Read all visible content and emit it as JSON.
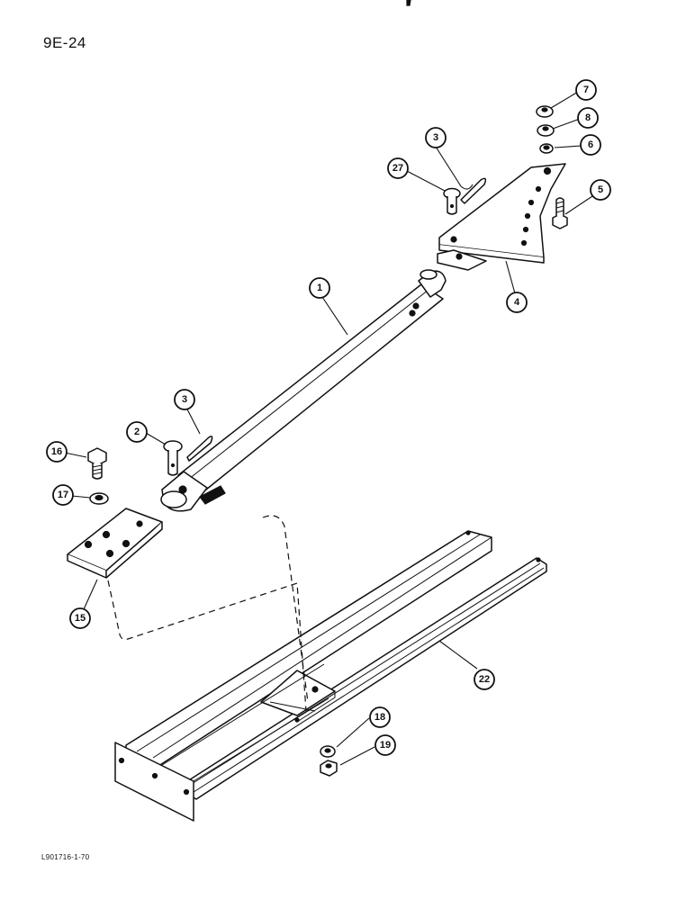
{
  "page_number": "9E-24",
  "reference_code": "L901716-1-70",
  "callouts": [
    {
      "label": "7"
    },
    {
      "label": "8"
    },
    {
      "label": "6"
    },
    {
      "label": "3"
    },
    {
      "label": "27"
    },
    {
      "label": "5"
    },
    {
      "label": "4"
    },
    {
      "label": "1"
    },
    {
      "label": "3"
    },
    {
      "label": "2"
    },
    {
      "label": "16"
    },
    {
      "label": "17"
    },
    {
      "label": "15"
    },
    {
      "label": "22"
    },
    {
      "label": "18"
    },
    {
      "label": "19"
    }
  ]
}
